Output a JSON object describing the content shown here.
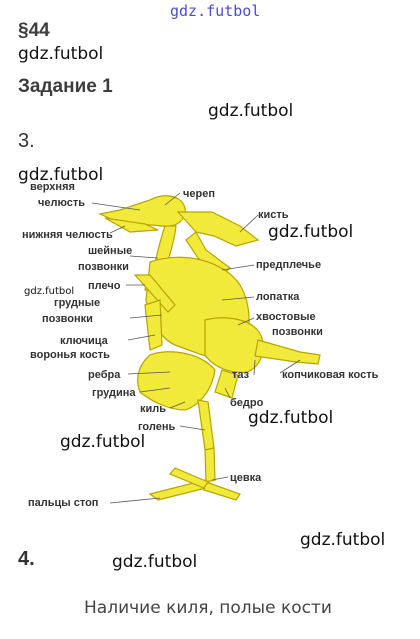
{
  "watermark": "gdz.futbol",
  "section": "§44",
  "task_title": "Задание 1",
  "item3": "3.",
  "item4": "4.",
  "answer4": "Наличие киля, полые кости",
  "colors": {
    "bone": "#f2ea3a",
    "bone_dark": "#c9b800",
    "watermark_top": "#4b4bd0"
  },
  "skeleton_labels": {
    "upper_jaw_1": "верхняя",
    "upper_jaw_2": "челюсть",
    "skull": "череп",
    "lower_jaw": "нижняя челюсть",
    "wrist": "кисть",
    "cervical_1": "шейные",
    "cervical_2": "позвонки",
    "forearm": "предплечье",
    "humerus": "плечо",
    "scapula": "лопатка",
    "thoracic_1": "грудные",
    "thoracic_2": "позвонки",
    "caudal_1": "хвостовые",
    "caudal_2": "позвонки",
    "clavicle": "ключица",
    "coracoid": "воронья кость",
    "ribs": "ребра",
    "pelvis": "таз",
    "pygostyle": "копчиковая кость",
    "sternum": "грудина",
    "femur": "бедро",
    "keel": "киль",
    "shin": "голень",
    "tarsus": "цевка",
    "toes": "пальцы стоп"
  }
}
